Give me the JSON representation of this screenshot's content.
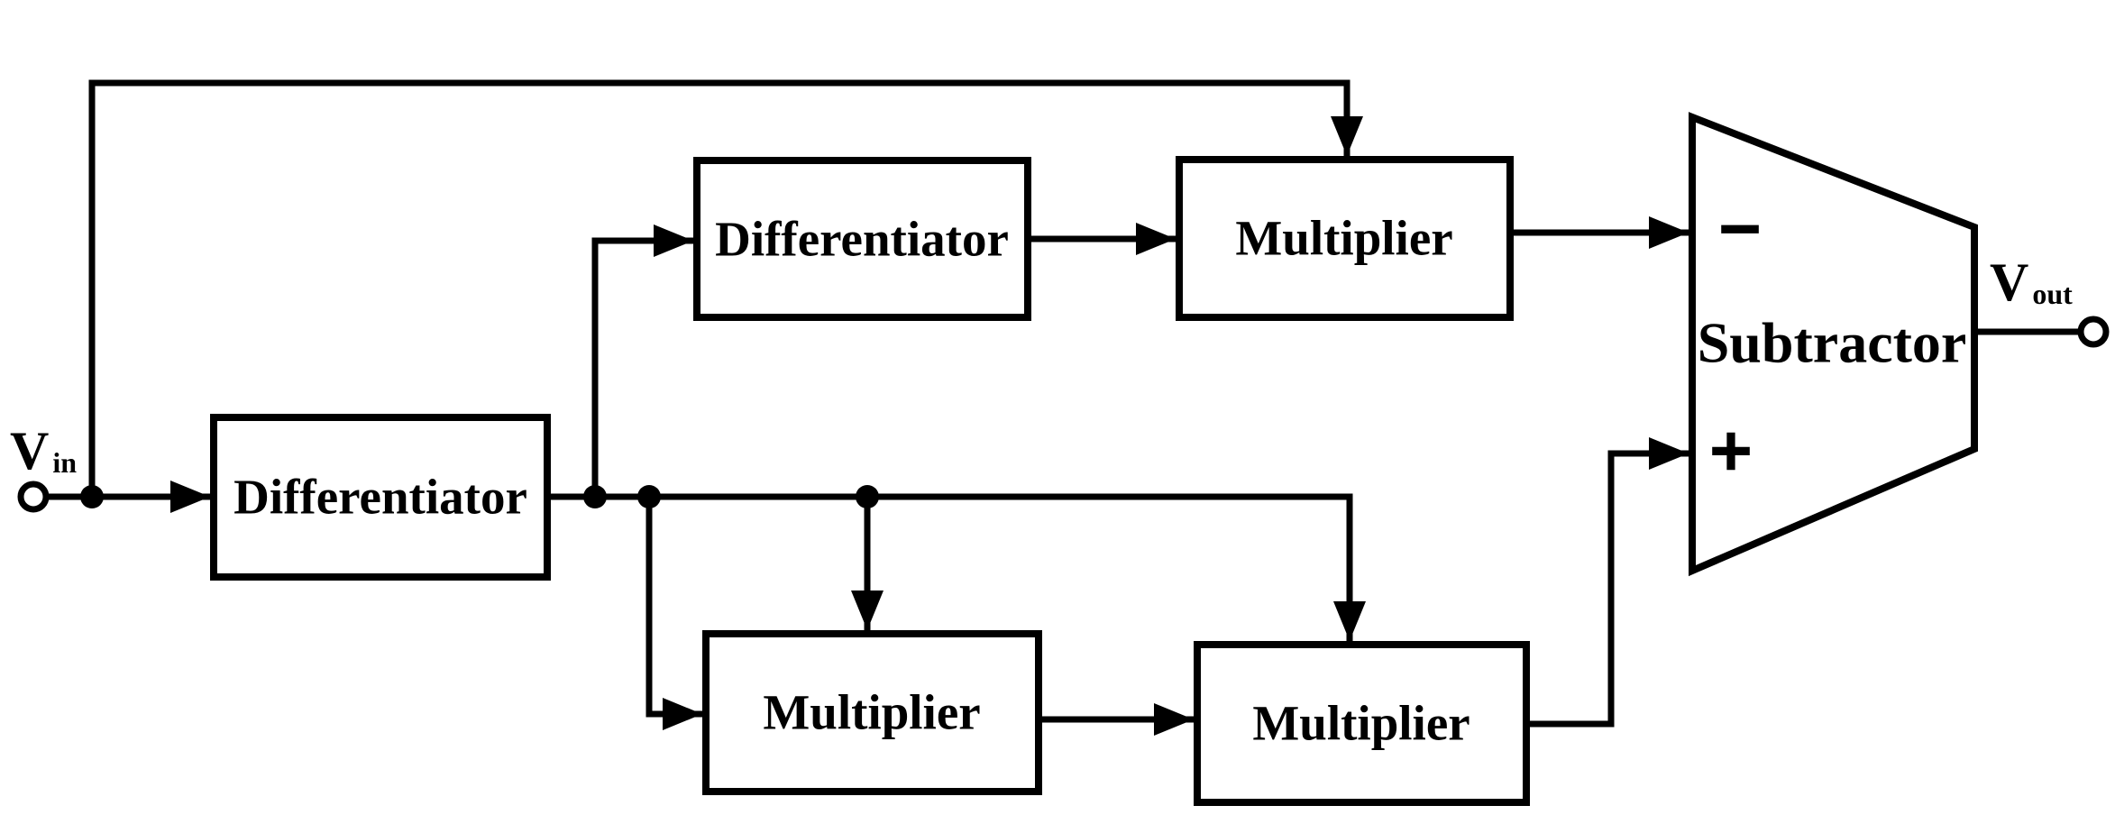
{
  "diagram": {
    "type": "circuit-block-diagram",
    "background_color": "#ffffff",
    "line_color": "#000000",
    "text_color": "#000000",
    "blocks": [
      {
        "id": "differentiator-1",
        "label": "Differentiator"
      },
      {
        "id": "differentiator-2",
        "label": "Differentiator"
      },
      {
        "id": "multiplier-top",
        "label": "Multiplier"
      },
      {
        "id": "multiplier-bottom-left",
        "label": "Multiplier"
      },
      {
        "id": "multiplier-bottom-right",
        "label": "Multiplier"
      },
      {
        "id": "subtractor",
        "label": "Subtractor"
      }
    ],
    "terminals": {
      "input": {
        "symbol": "V",
        "subscript": "in"
      },
      "output": {
        "symbol": "V",
        "subscript": "out"
      }
    },
    "subtractor_ports": {
      "minus": "−",
      "plus": "+"
    },
    "connections": [
      {
        "from": "v-in",
        "to": "differentiator-1"
      },
      {
        "from": "v-in",
        "to": "multiplier-top",
        "via": "top-feedback-line",
        "port": "top"
      },
      {
        "from": "differentiator-1",
        "to": "differentiator-2"
      },
      {
        "from": "differentiator-1",
        "to": "multiplier-bottom-left",
        "port": "left"
      },
      {
        "from": "differentiator-1",
        "to": "multiplier-bottom-left",
        "port": "top"
      },
      {
        "from": "differentiator-1",
        "to": "multiplier-bottom-right",
        "port": "top"
      },
      {
        "from": "differentiator-2",
        "to": "multiplier-top",
        "port": "left"
      },
      {
        "from": "multiplier-top",
        "to": "subtractor",
        "port": "minus"
      },
      {
        "from": "multiplier-bottom-left",
        "to": "multiplier-bottom-right",
        "port": "left"
      },
      {
        "from": "multiplier-bottom-right",
        "to": "subtractor",
        "port": "plus"
      },
      {
        "from": "subtractor",
        "to": "v-out"
      }
    ]
  }
}
